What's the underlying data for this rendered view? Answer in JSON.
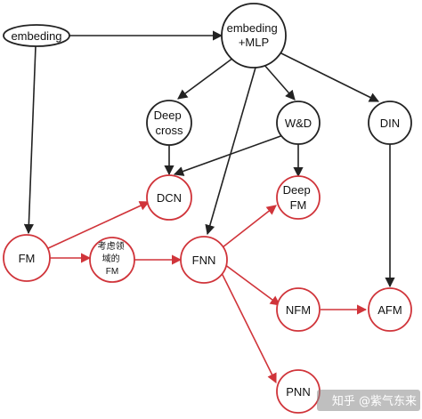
{
  "nodes": {
    "embeding": {
      "lines": [
        "embeding"
      ],
      "color": "#222222"
    },
    "embeding_mlp": {
      "lines": [
        "embeding",
        "+MLP"
      ],
      "color": "#222222"
    },
    "deep_cross": {
      "lines": [
        "Deep",
        "cross"
      ],
      "color": "#222222"
    },
    "wd": {
      "lines": [
        "W&D"
      ],
      "color": "#222222"
    },
    "din": {
      "lines": [
        "DIN"
      ],
      "color": "#222222"
    },
    "dcn": {
      "lines": [
        "DCN"
      ],
      "color": "#d0343a"
    },
    "deep_fm": {
      "lines": [
        "Deep",
        "FM"
      ],
      "color": "#d0343a"
    },
    "fm": {
      "lines": [
        "FM"
      ],
      "color": "#d0343a"
    },
    "field_fm": {
      "lines": [
        "考虑领",
        "域的",
        "FM"
      ],
      "color": "#d0343a"
    },
    "fnn": {
      "lines": [
        "FNN"
      ],
      "color": "#d0343a"
    },
    "nfm": {
      "lines": [
        "NFM"
      ],
      "color": "#d0343a"
    },
    "afm": {
      "lines": [
        "AFM"
      ],
      "color": "#d0343a"
    },
    "pnn": {
      "lines": [
        "PNN"
      ],
      "color": "#d0343a"
    }
  },
  "colors": {
    "black_edge": "#222222",
    "red_edge": "#d0343a",
    "watermark_bg": "#8a8a8a"
  },
  "watermark": {
    "text": "知乎 @紫气东来"
  }
}
